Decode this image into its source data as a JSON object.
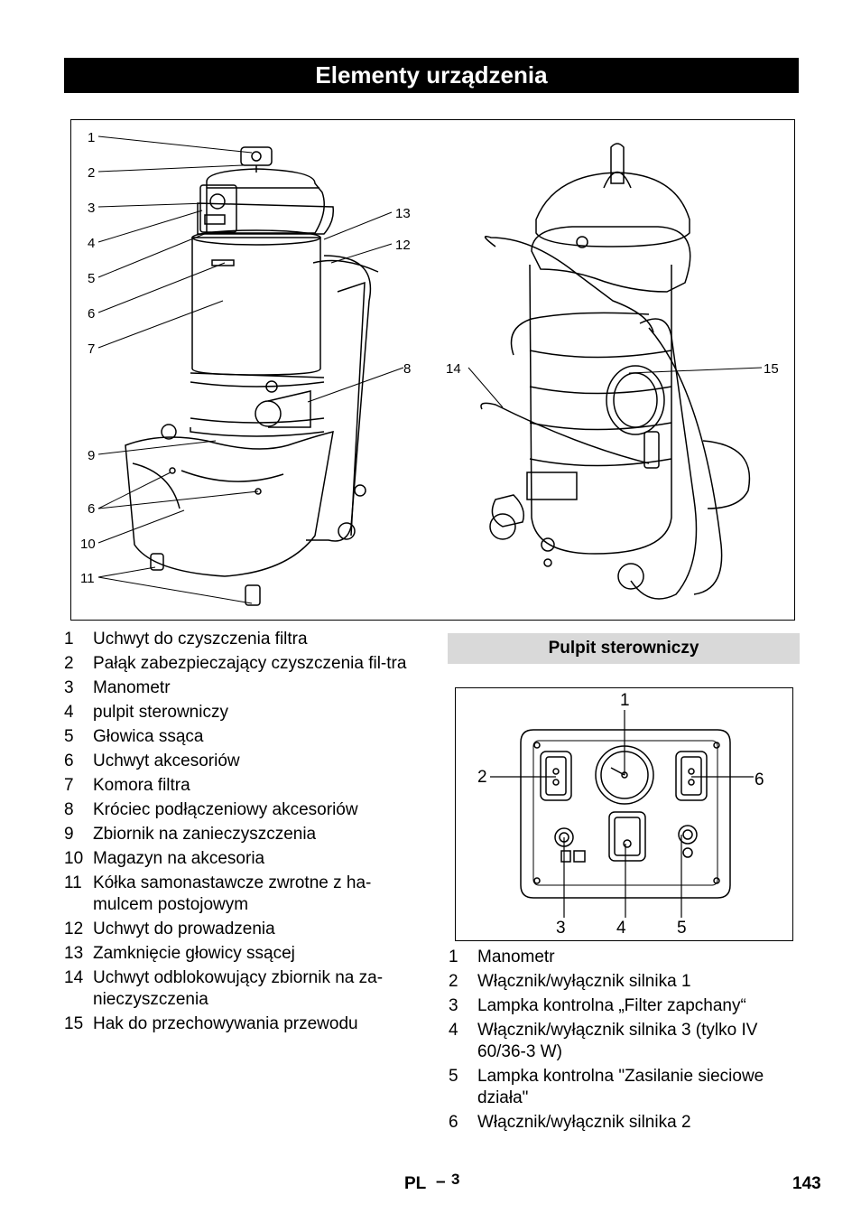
{
  "title": "Elementy urządzenia",
  "figure_main": {
    "callouts": [
      "1",
      "2",
      "3",
      "4",
      "5",
      "6",
      "7",
      "8",
      "9",
      "6",
      "10",
      "11",
      "13",
      "12",
      "14",
      "15"
    ]
  },
  "components": [
    {
      "num": "1",
      "text": "Uchwyt do czyszczenia filtra"
    },
    {
      "num": "2",
      "text": "Pałąk zabezpieczający czyszczenia fil-tra"
    },
    {
      "num": "3",
      "text": "Manometr"
    },
    {
      "num": "4",
      "text": "pulpit sterowniczy"
    },
    {
      "num": "5",
      "text": "Głowica ssąca"
    },
    {
      "num": "6",
      "text": "Uchwyt akcesoriów"
    },
    {
      "num": "7",
      "text": "Komora filtra"
    },
    {
      "num": "8",
      "text": "Króciec podłączeniowy akcesoriów"
    },
    {
      "num": "9",
      "text": "Zbiornik na zanieczyszczenia"
    },
    {
      "num": "10",
      "text": "Magazyn na akcesoria"
    },
    {
      "num": "11",
      "text": "Kółka samonastawcze zwrotne z ha-mulcem postojowym"
    },
    {
      "num": "12",
      "text": "Uchwyt do prowadzenia"
    },
    {
      "num": "13",
      "text": "Zamknięcie głowicy ssącej"
    },
    {
      "num": "14",
      "text": "Uchwyt odblokowujący zbiornik na za-nieczyszczenia"
    },
    {
      "num": "15",
      "text": "Hak do przechowywania przewodu"
    }
  ],
  "control_panel": {
    "heading": "Pulpit sterowniczy",
    "callouts": [
      "1",
      "2",
      "6",
      "3",
      "4",
      "5"
    ],
    "items": [
      {
        "num": "1",
        "text": "Manometr"
      },
      {
        "num": "2",
        "text": "Włącznik/wyłącznik silnika 1"
      },
      {
        "num": "3",
        "text": "Lampka kontrolna „Filter zapchany“"
      },
      {
        "num": "4",
        "text": "Włącznik/wyłącznik silnika 3 (tylko IV 60/36-3 W)"
      },
      {
        "num": "5",
        "text": "Lampka kontrolna \"Zasilanie sieciowe działa\""
      },
      {
        "num": "6",
        "text": "Włącznik/wyłącznik silnika 2"
      }
    ]
  },
  "footer": {
    "lang": "PL",
    "dash": "–",
    "sub": "3",
    "page": "143"
  }
}
